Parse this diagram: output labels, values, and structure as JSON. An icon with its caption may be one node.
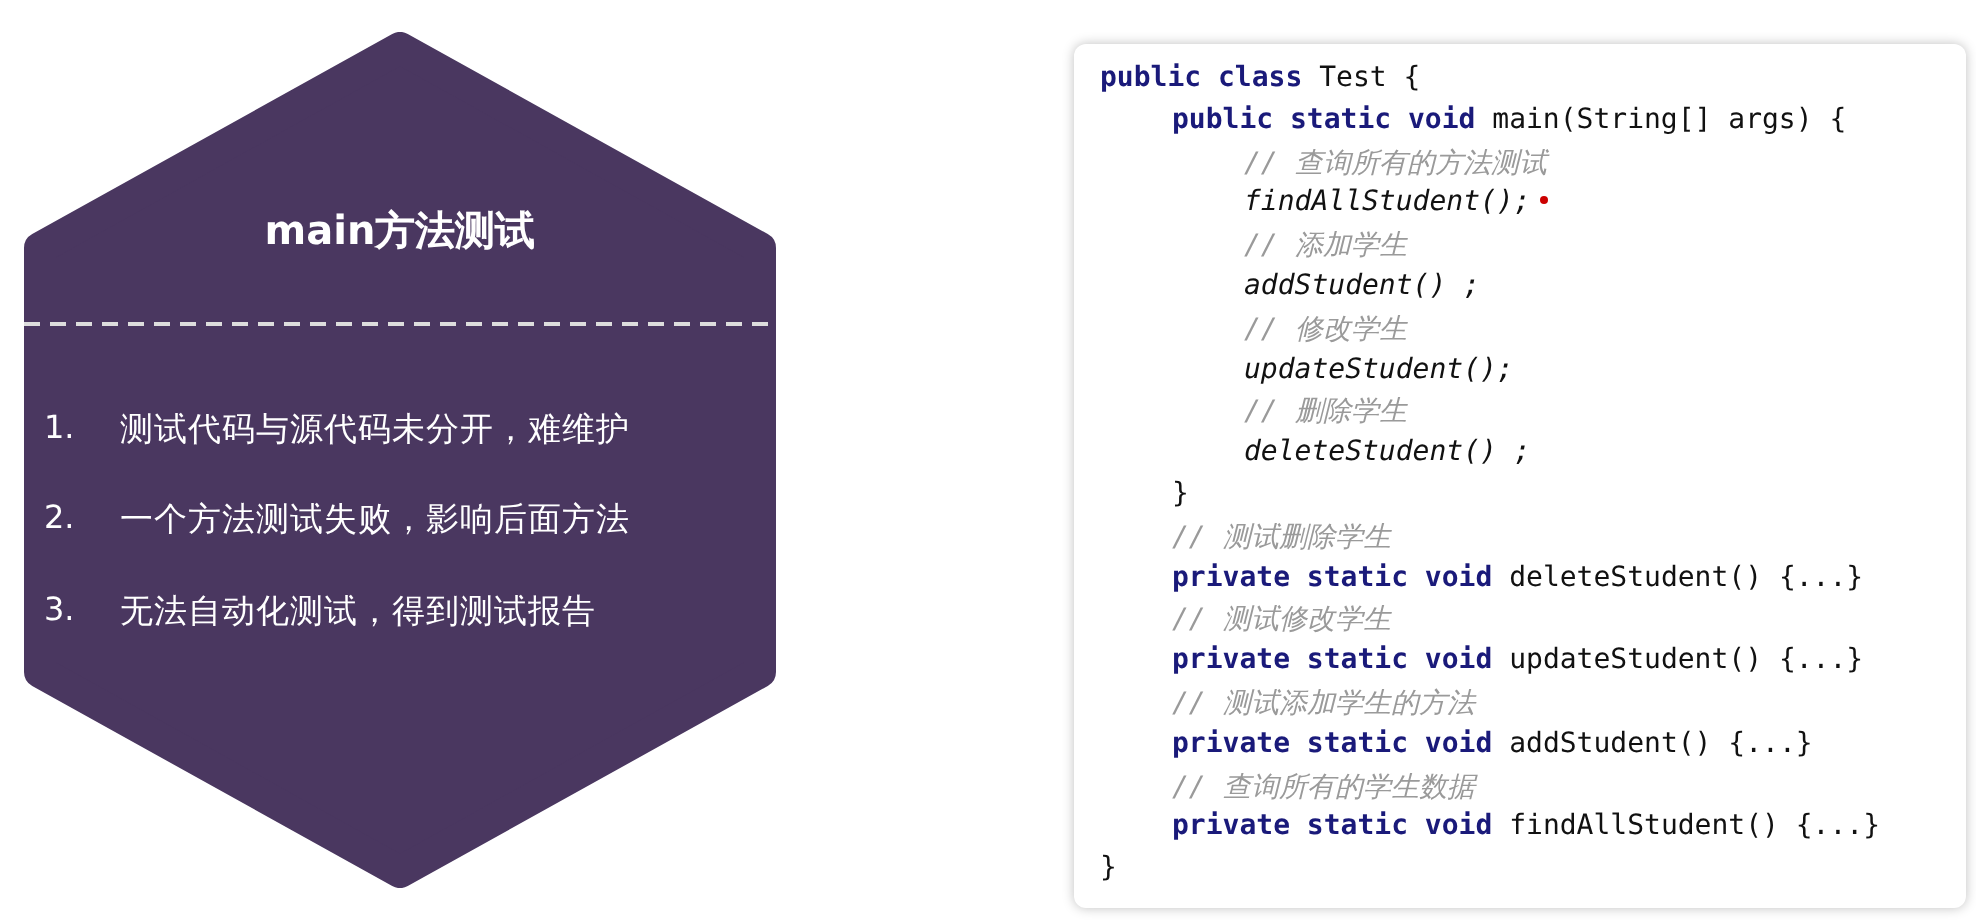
{
  "diagram": {
    "nodes": [
      {
        "text": [
          "main方法测试",
          "1.",
          "测试代码与源代码未分开，难维护",
          "2.",
          "一个方法测试失败，影响后面方法",
          "3.",
          "无法自动化测试，得到测试报告"
        ]
      },
      {
        "text": [
          "**public class** Test {",
          "**public static void** main(String[] args) {",
          "// 查询所有的方法测试",
          "findAllStudent();",
          "// 添加学生",
          "addStudent() ;",
          "// 修改学生",
          "updateStudent();",
          "// 删除学生",
          "deleteStudent() ;",
          "}",
          "// 测试删除学生",
          "**private static void** deleteStudent() {...}",
          "// 测试修改学生",
          "**private static void** updateStudent() {...}",
          "// 测试添加学生的方法",
          "**private static void** addStudent() {...}",
          "// 查询所有的学生数据",
          "**private static void** findAllStudent() {...}",
          "}"
        ]
      }
    ]
  }
}
